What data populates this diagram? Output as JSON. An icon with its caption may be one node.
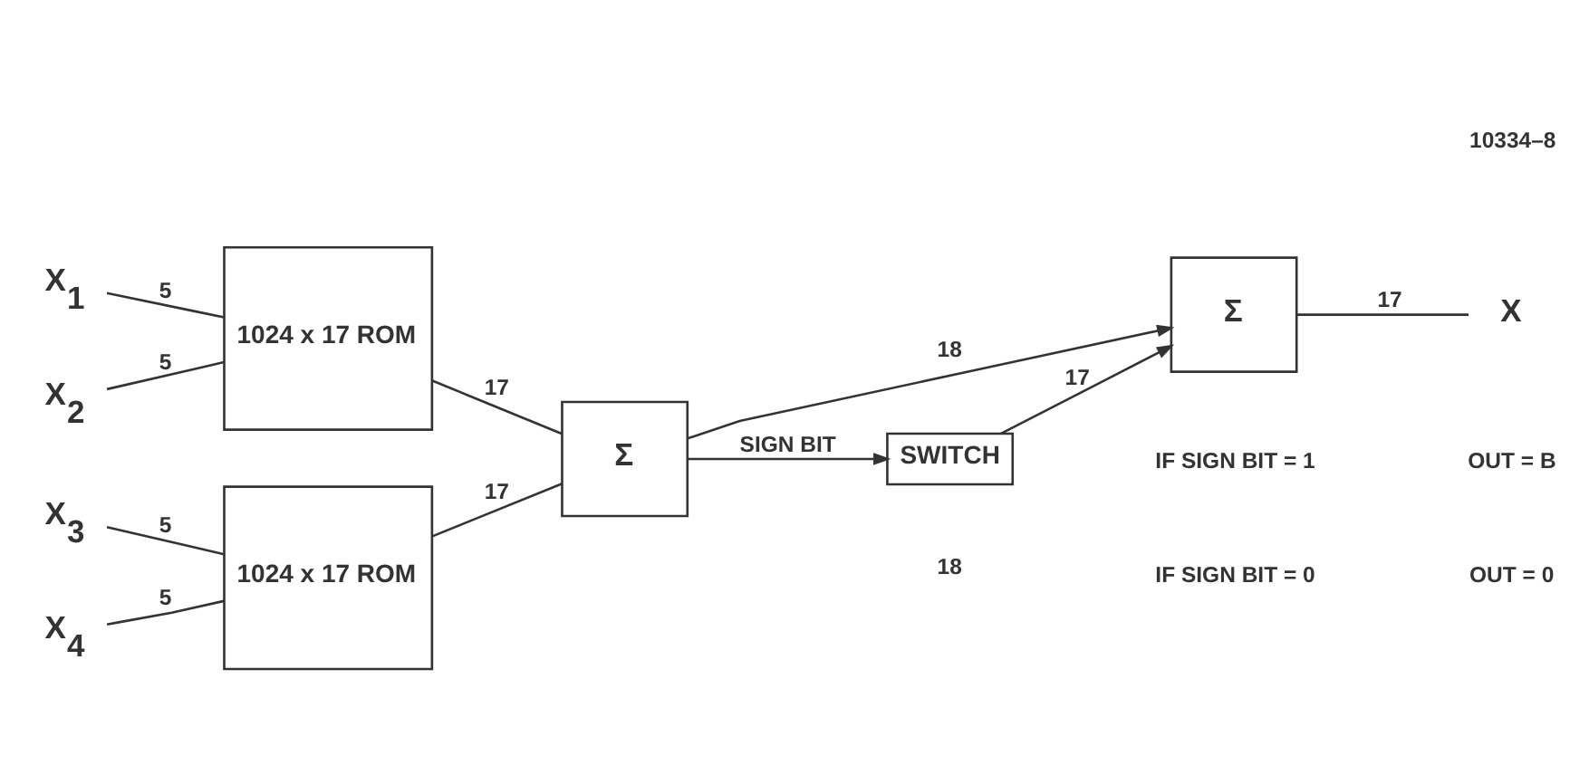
{
  "diagram": {
    "nodes": [
      {
        "text": [
          "X$_{1}$"
        ]
      },
      {
        "text": [
          "X$_{2}$"
        ]
      },
      {
        "text": [
          "1024 x 17 ROM"
        ]
      },
      {
        "text": [
          "X$_{3}$"
        ]
      },
      {
        "text": [
          "X$_{4}$"
        ]
      },
      {
        "text": [
          "1024 x 17 ROM"
        ]
      },
      {
        "text": [
          "Σ"
        ]
      },
      {
        "text": [
          "Σ"
        ]
      },
      {
        "text": [
          "SWITCH"
        ]
      },
      {
        "text": [
          "X"
        ]
      }
    ],
    "edges": [
      {
        "from": 0,
        "to": 2,
        "arrow": "none",
        "label": "5"
      },
      {
        "from": 1,
        "to": 2,
        "arrow": "none",
        "label": "5"
      },
      {
        "from": 3,
        "to": 5,
        "arrow": "none",
        "label": "5"
      },
      {
        "from": 4,
        "to": 5,
        "arrow": "none",
        "label": "5"
      },
      {
        "from": 2,
        "to": 6,
        "arrow": "none",
        "label": "17"
      },
      {
        "from": 5,
        "to": 6,
        "arrow": "none",
        "label": "17"
      },
      {
        "from": 6,
        "to": 7,
        "arrow": "to",
        "label": "18"
      },
      {
        "from": 6,
        "to": 8,
        "arrow": "to",
        "label": "SIGN BIT"
      },
      {
        "from": 8,
        "to": 7,
        "arrow": "to",
        "label": "17"
      },
      {
        "from": 7,
        "to": 9,
        "arrow": "none",
        "label": "17"
      }
    ],
    "labels": [
      "10334–8",
      "18",
      "IF SIGN BIT = 1",
      "OUT = B",
      "IF SIGN BIT = 0",
      "OUT = 0"
    ]
  }
}
